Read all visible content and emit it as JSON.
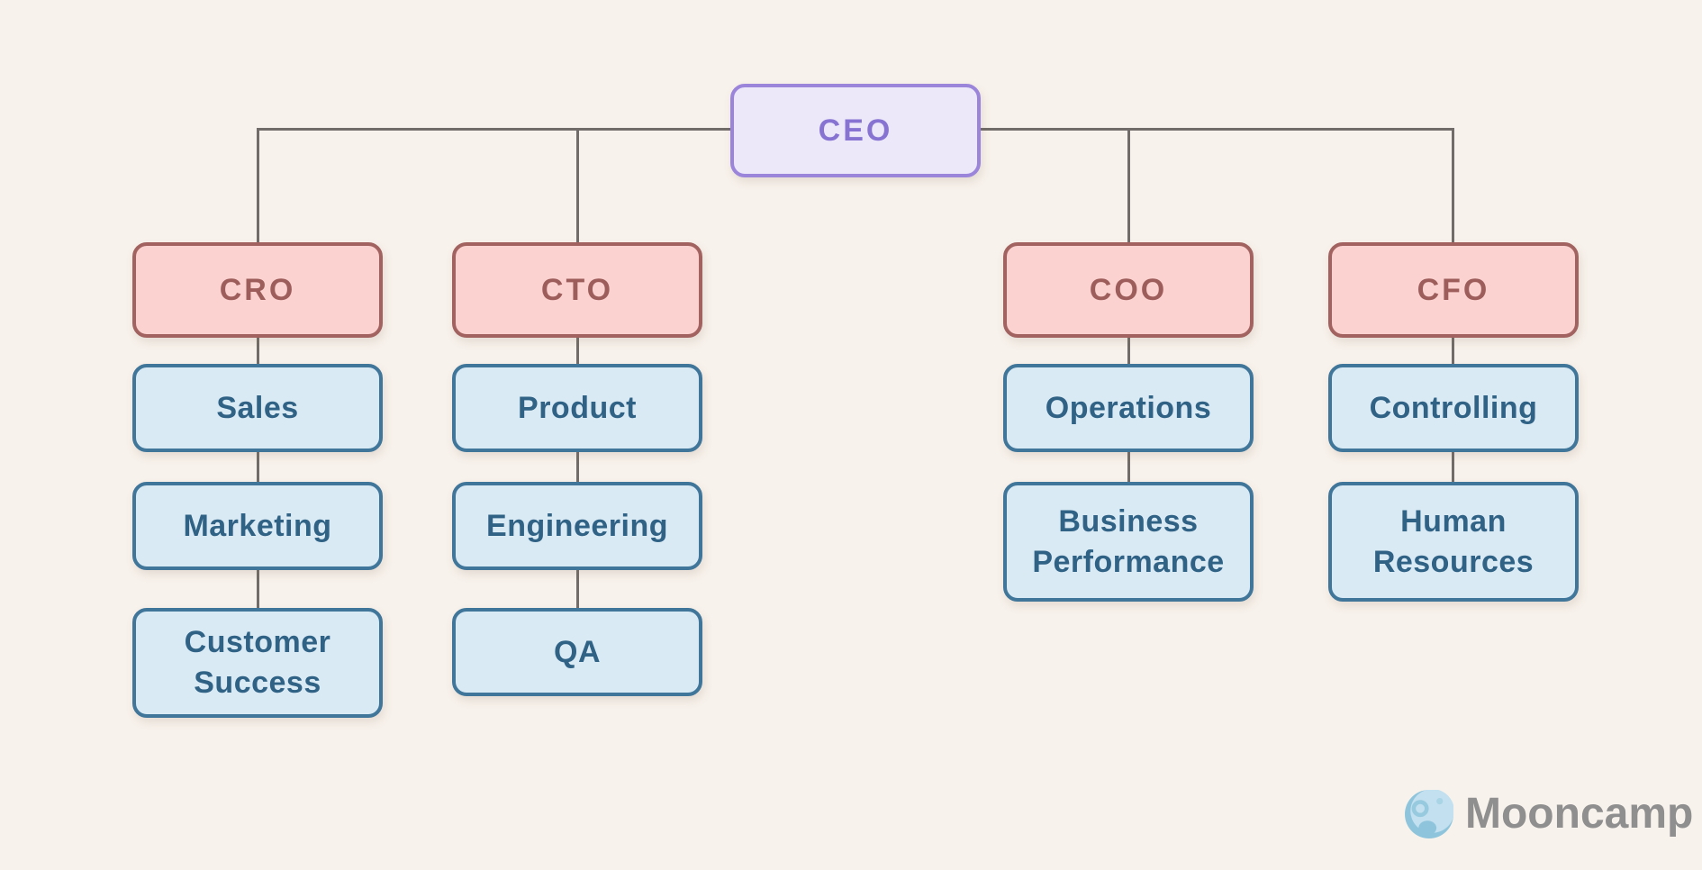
{
  "canvas": {
    "background": "#F8F2EC"
  },
  "colors": {
    "executive_fill": "#ECE8FA",
    "executive_border": "#9B85DB",
    "executive_text": "#8774D2",
    "officer_fill": "#FBD2D0",
    "officer_border": "#A26360",
    "officer_text": "#9D5E5B",
    "department_fill": "#DAEAF5",
    "department_border": "#40769A",
    "department_text": "#2F6285",
    "connector": "#716C69",
    "logo_text_color": "#8F8F8F",
    "moon_light": "#C2E0EF",
    "moon_dark": "#8FC5DC"
  },
  "org_chart": {
    "root": {
      "label": "CEO"
    },
    "branches": [
      {
        "label": "CRO",
        "children": [
          "Sales",
          "Marketing",
          "Customer Success"
        ]
      },
      {
        "label": "CTO",
        "children": [
          "Product",
          "Engineering",
          "QA"
        ]
      },
      {
        "label": "COO",
        "children": [
          "Operations",
          "Business Performance"
        ]
      },
      {
        "label": "CFO",
        "children": [
          "Controlling",
          "Human Resources"
        ]
      }
    ]
  },
  "branding": {
    "logo_text": "Mooncamp",
    "logo_icon": "moon-icon"
  }
}
